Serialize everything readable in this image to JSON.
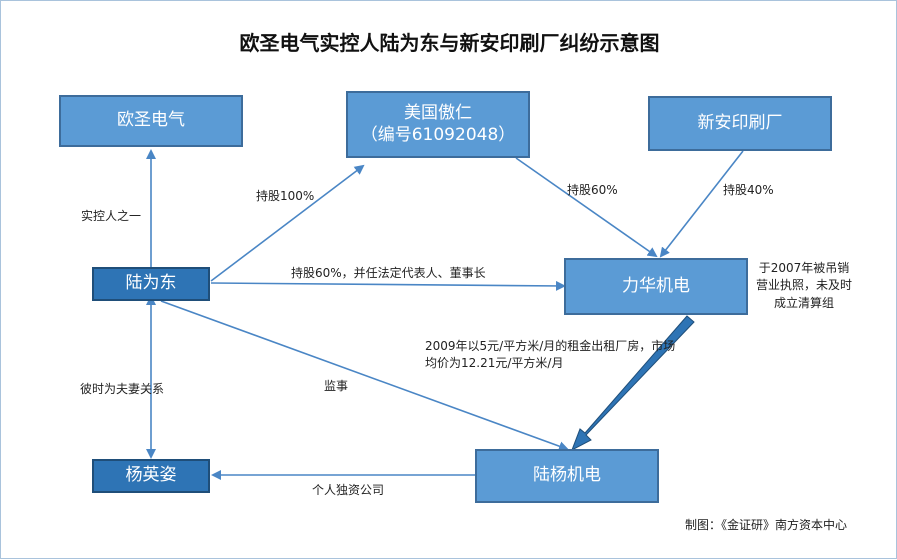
{
  "title": "欧圣电气实控人陆为东与新安印刷厂纠纷示意图",
  "nodes": {
    "oushen": "欧圣电气",
    "meiguo_line1": "美国傲仁",
    "meiguo_line2": "（编号61092048）",
    "xinan": "新安印刷厂",
    "luweidong": "陆为东",
    "lihua": "力华机电",
    "yangyingzi": "杨英姿",
    "luyang": "陆杨机电"
  },
  "edges": {
    "controller": "实控人之一",
    "hold100": "持股100%",
    "hold60_meiguo": "持股60%",
    "hold40": "持股40%",
    "hold60_lihua": "持股60%，并任法定代表人、董事长",
    "spouse": "彼时为夫妻关系",
    "supervisor": "监事",
    "rent": "2009年以5元/平方米/月的租金出租厂房，市场均价为12.21元/平方米/月",
    "sole": "个人独资公司"
  },
  "note": "于2007年被吊销营业执照，未及时成立清算组",
  "credit": "制图：《金证研》南方资本中心",
  "colors": {
    "light_box": "#5b9bd5",
    "dark_box": "#2e74b5",
    "line": "#4a86c5",
    "thick_arrow": "#2e74b5"
  }
}
